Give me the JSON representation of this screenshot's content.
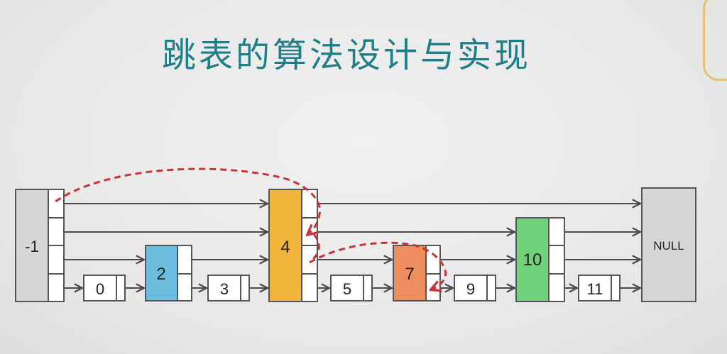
{
  "title": "跳表的算法设计与实现",
  "colors": {
    "title": "#1f7f88",
    "head_node": "#d6d6d6",
    "node_2": "#6cbde0",
    "node_4": "#f0b43b",
    "node_7": "#ee8d5e",
    "node_10": "#6fd17a",
    "plain_node": "#ffffff",
    "null_node": "#d6d6d6",
    "arrow": "#4a4a4a",
    "search_path": "#c8333d"
  },
  "nodes": [
    {
      "key": "head",
      "label": "-1",
      "levels": 4
    },
    {
      "key": "n0",
      "label": "0",
      "levels": 1
    },
    {
      "key": "n2",
      "label": "2",
      "levels": 2
    },
    {
      "key": "n3",
      "label": "3",
      "levels": 1
    },
    {
      "key": "n4",
      "label": "4",
      "levels": 4
    },
    {
      "key": "n5",
      "label": "5",
      "levels": 1
    },
    {
      "key": "n7",
      "label": "7",
      "levels": 2
    },
    {
      "key": "n9",
      "label": "9",
      "levels": 1
    },
    {
      "key": "n10",
      "label": "10",
      "levels": 3
    },
    {
      "key": "n11",
      "label": "11",
      "levels": 1
    },
    {
      "key": "null",
      "label": "NULL",
      "levels": 0
    }
  ]
}
